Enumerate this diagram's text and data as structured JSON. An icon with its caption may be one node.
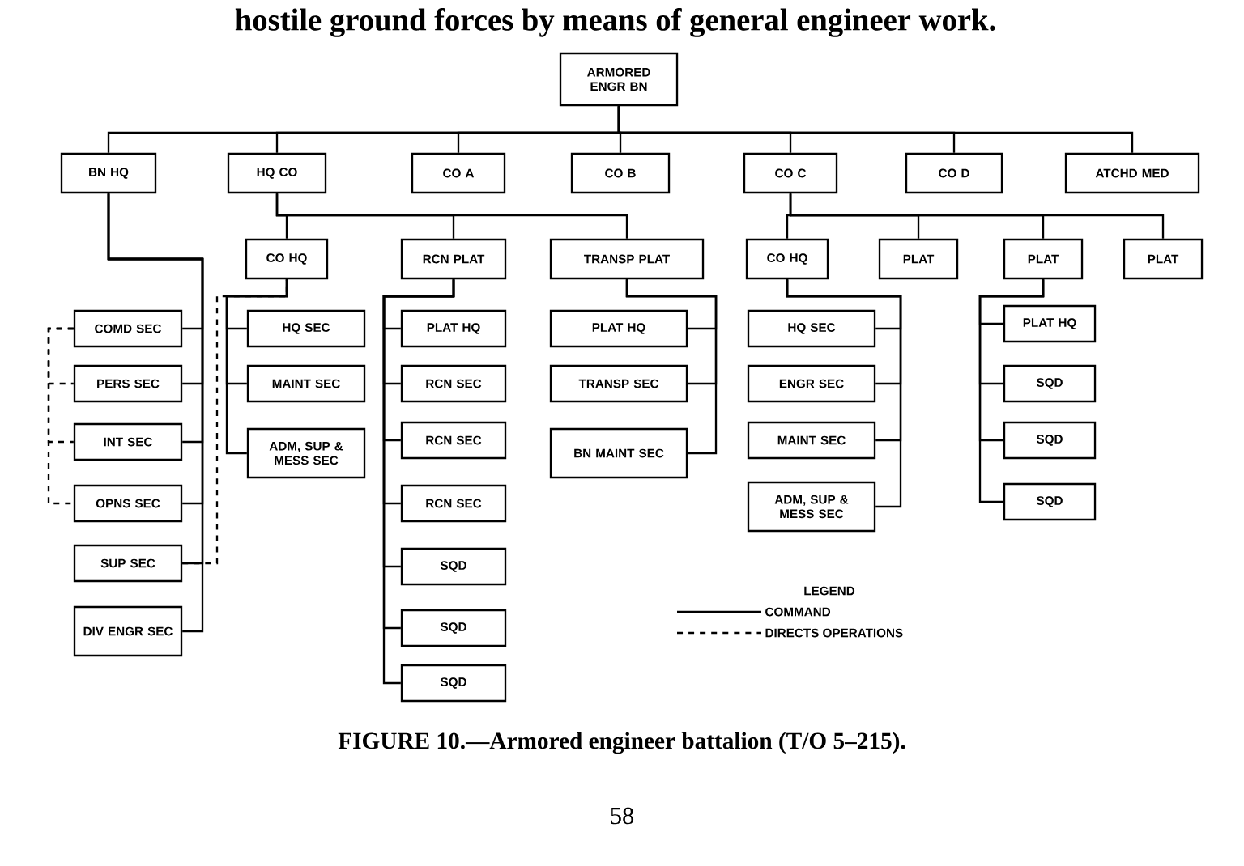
{
  "diagram": {
    "caption": "FIGURE 10.—Armored engineer battalion (T/O 5–215).",
    "nodes": [
      {
        "text": [
          "ARMORED ENGR BN"
        ]
      },
      {
        "text": [
          "BN HQ"
        ]
      },
      {
        "text": [
          "HQ CO"
        ]
      },
      {
        "text": [
          "CO A"
        ]
      },
      {
        "text": [
          "CO B"
        ]
      },
      {
        "text": [
          "CO C"
        ]
      },
      {
        "text": [
          "CO D"
        ]
      },
      {
        "text": [
          "ATCHD MED"
        ]
      },
      {
        "text": [
          "CO HQ"
        ]
      },
      {
        "text": [
          "RCN PLAT"
        ]
      },
      {
        "text": [
          "TRANSP PLAT"
        ]
      },
      {
        "text": [
          "CO HQ"
        ]
      },
      {
        "text": [
          "PLAT"
        ]
      },
      {
        "text": [
          "PLAT"
        ]
      },
      {
        "text": [
          "PLAT"
        ]
      },
      {
        "text": [
          "COMD SEC"
        ]
      },
      {
        "text": [
          "PERS SEC"
        ]
      },
      {
        "text": [
          "INT SEC"
        ]
      },
      {
        "text": [
          "OPNS SEC"
        ]
      },
      {
        "text": [
          "SUP SEC"
        ]
      },
      {
        "text": [
          "DIV ENGR SEC"
        ]
      },
      {
        "text": [
          "HQ SEC"
        ]
      },
      {
        "text": [
          "MAINT SEC"
        ]
      },
      {
        "text": [
          "ADM, SUP & MESS SEC"
        ]
      },
      {
        "text": [
          "PLAT HQ"
        ]
      },
      {
        "text": [
          "RCN SEC"
        ]
      },
      {
        "text": [
          "RCN SEC"
        ]
      },
      {
        "text": [
          "RCN SEC"
        ]
      },
      {
        "text": [
          "SQD"
        ]
      },
      {
        "text": [
          "SQD"
        ]
      },
      {
        "text": [
          "SQD"
        ]
      },
      {
        "text": [
          "PLAT HQ"
        ]
      },
      {
        "text": [
          "TRANSP SEC"
        ]
      },
      {
        "text": [
          "BN MAINT SEC"
        ]
      },
      {
        "text": [
          "HQ SEC"
        ]
      },
      {
        "text": [
          "ENGR SEC"
        ]
      },
      {
        "text": [
          "MAINT SEC"
        ]
      },
      {
        "text": [
          "ADM, SUP & MESS SEC"
        ]
      },
      {
        "text": [
          "PLAT HQ"
        ]
      },
      {
        "text": [
          "SQD"
        ]
      },
      {
        "text": [
          "SQD"
        ]
      },
      {
        "text": [
          "SQD"
        ]
      }
    ],
    "edges": [
      {
        "from": 0,
        "to": 1,
        "arrow": "none"
      },
      {
        "from": 0,
        "to": 2,
        "arrow": "none"
      },
      {
        "from": 0,
        "to": 3,
        "arrow": "none"
      },
      {
        "from": 0,
        "to": 4,
        "arrow": "none"
      },
      {
        "from": 0,
        "to": 5,
        "arrow": "none"
      },
      {
        "from": 0,
        "to": 6,
        "arrow": "none"
      },
      {
        "from": 0,
        "to": 7,
        "arrow": "none"
      },
      {
        "from": 2,
        "to": 8,
        "arrow": "none"
      },
      {
        "from": 2,
        "to": 9,
        "arrow": "none"
      },
      {
        "from": 2,
        "to": 10,
        "arrow": "none"
      },
      {
        "from": 5,
        "to": 11,
        "arrow": "none"
      },
      {
        "from": 5,
        "to": 12,
        "arrow": "none"
      },
      {
        "from": 5,
        "to": 13,
        "arrow": "none"
      },
      {
        "from": 5,
        "to": 14,
        "arrow": "none"
      },
      {
        "from": 1,
        "to": 15,
        "arrow": "none"
      },
      {
        "from": 1,
        "to": 16,
        "arrow": "none"
      },
      {
        "from": 1,
        "to": 17,
        "arrow": "none"
      },
      {
        "from": 1,
        "to": 18,
        "arrow": "none"
      },
      {
        "from": 1,
        "to": 19,
        "arrow": "none"
      },
      {
        "from": 1,
        "to": 20,
        "arrow": "none"
      },
      {
        "from": 8,
        "to": 21,
        "arrow": "none"
      },
      {
        "from": 8,
        "to": 22,
        "arrow": "none"
      },
      {
        "from": 8,
        "to": 23,
        "arrow": "none"
      },
      {
        "from": 9,
        "to": 24,
        "arrow": "none"
      },
      {
        "from": 9,
        "to": 25,
        "arrow": "none"
      },
      {
        "from": 9,
        "to": 26,
        "arrow": "none"
      },
      {
        "from": 9,
        "to": 27,
        "arrow": "none"
      },
      {
        "from": 9,
        "to": 28,
        "arrow": "none"
      },
      {
        "from": 9,
        "to": 29,
        "arrow": "none"
      },
      {
        "from": 9,
        "to": 30,
        "arrow": "none"
      },
      {
        "from": 10,
        "to": 31,
        "arrow": "none"
      },
      {
        "from": 10,
        "to": 32,
        "arrow": "none"
      },
      {
        "from": 10,
        "to": 33,
        "arrow": "none"
      },
      {
        "from": 11,
        "to": 34,
        "arrow": "none"
      },
      {
        "from": 11,
        "to": 35,
        "arrow": "none"
      },
      {
        "from": 11,
        "to": 36,
        "arrow": "none"
      },
      {
        "from": 11,
        "to": 37,
        "arrow": "none"
      },
      {
        "from": 13,
        "to": 38,
        "arrow": "none"
      },
      {
        "from": 13,
        "to": 39,
        "arrow": "none"
      },
      {
        "from": 13,
        "to": 40,
        "arrow": "none"
      },
      {
        "from": 13,
        "to": 41,
        "arrow": "none"
      },
      {
        "from": 15,
        "to": 16,
        "arrow": "none",
        "style": "dashed"
      },
      {
        "from": 15,
        "to": 17,
        "arrow": "none",
        "style": "dashed"
      },
      {
        "from": 15,
        "to": 18,
        "arrow": "none",
        "style": "dashed"
      },
      {
        "from": 19,
        "to": 8,
        "arrow": "none",
        "style": "dashed"
      }
    ],
    "labels": [
      "hostile ground forces by means of general engineer work.",
      "LEGEND",
      "58"
    ],
    "legend": [
      {
        "text": "COMMAND"
      },
      {
        "text": "DIRECTS OPERATIONS"
      }
    ]
  }
}
